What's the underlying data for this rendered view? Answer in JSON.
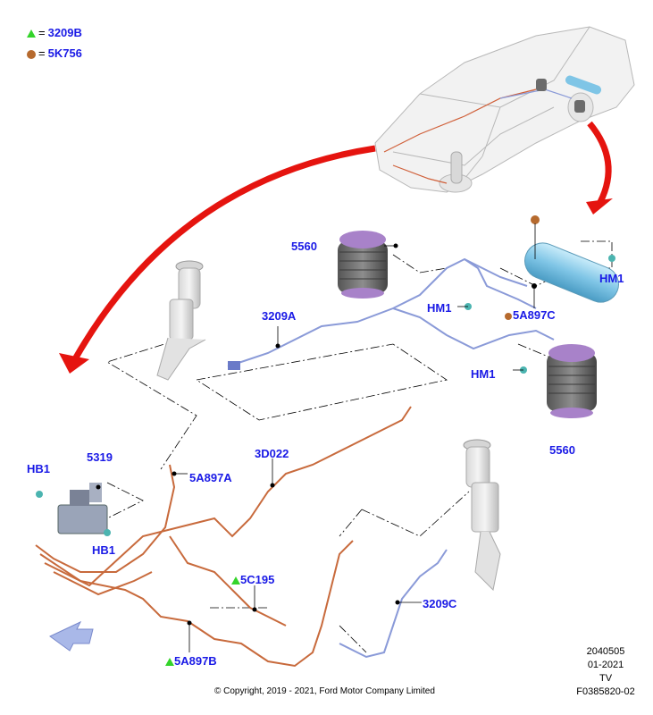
{
  "legend": [
    {
      "symbol": "green-triangle",
      "text": "3209B"
    },
    {
      "symbol": "brown-circle",
      "text": "5K756"
    }
  ],
  "labels": {
    "l5560_top": "5560",
    "l3209A": "3209A",
    "lHM1_mid": "HM1",
    "l5A897C": "5A897C",
    "lHM1_right": "HM1",
    "lHM1_low": "HM1",
    "l5560_bottom": "5560",
    "lHB1_top": "HB1",
    "l5319": "5319",
    "l5A897A": "5A897A",
    "l3D022": "3D022",
    "lHB1_bottom": "HB1",
    "l5C195": "5C195",
    "l3209C": "3209C",
    "l5A897B": "5A897B"
  },
  "reference": {
    "line1": "2040505",
    "line2": "01-2021",
    "line3": "TV",
    "line4": "F0385820-02"
  },
  "copyright": "© Copyright, 2019 - 2021, Ford Motor Company Limited",
  "colors": {
    "label_blue": "#1a1ae6",
    "legend_green": "#34d42a",
    "legend_brown": "#b66a2e",
    "arrow_red": "#e5140f",
    "pipe_orange": "#c86a3c",
    "pipe_blue": "#8a9ad8"
  }
}
